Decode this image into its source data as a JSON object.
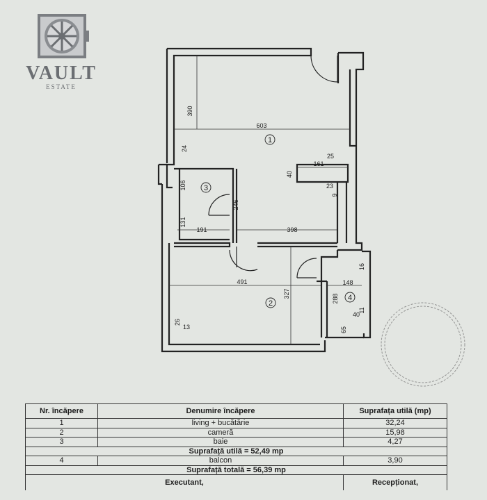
{
  "logo": {
    "brand": "VAULT",
    "tagline": "ESTATE"
  },
  "plan": {
    "room_numbers": [
      "1",
      "2",
      "3",
      "4"
    ],
    "dimensions": [
      "390",
      "603",
      "24",
      "25",
      "161",
      "40",
      "23",
      "9",
      "106",
      "246",
      "131",
      "191",
      "398",
      "491",
      "327",
      "16",
      "148",
      "288",
      "11",
      "40",
      "65",
      "26",
      "13"
    ]
  },
  "table": {
    "headers": [
      "Nr. încăpere",
      "Denumire încăpere",
      "Suprafața utilă (mp)"
    ],
    "rows": [
      {
        "nr": "1",
        "name": "living + bucătărie",
        "area": "32,24"
      },
      {
        "nr": "2",
        "name": "cameră",
        "area": "15,98"
      },
      {
        "nr": "3",
        "name": "baie",
        "area": "4,27"
      }
    ],
    "useful_total": "Suprafață utilă = 52,49 mp",
    "balcony": {
      "nr": "4",
      "name": "balcon",
      "area": "3,90"
    },
    "grand_total": "Suprafață totală = 56,39 mp",
    "executant": "Executant,",
    "receptionat": "Recepționat,"
  }
}
